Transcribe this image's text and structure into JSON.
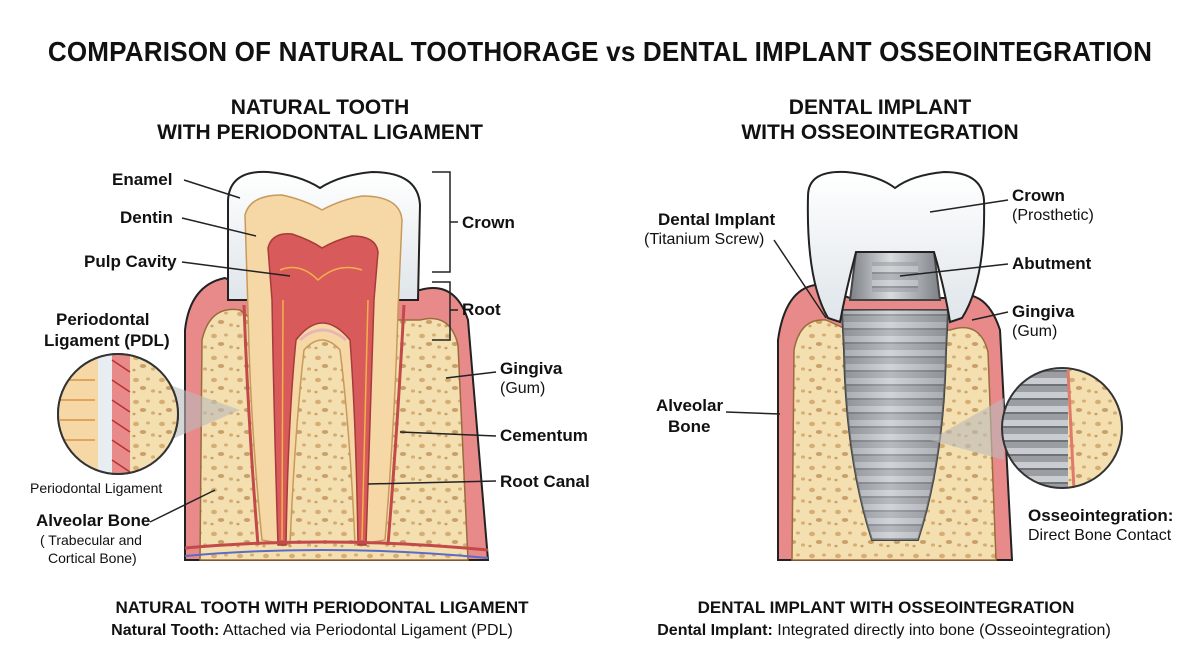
{
  "title": "COMPARISON OF NATURAL TOOTHORAGE vs DENTAL IMPLANT OSSEOINTEGRATION",
  "left": {
    "heading_line1": "NATURAL TOOTH",
    "heading_line2": "WITH PERIODONTAL LIGAMENT",
    "labels": {
      "enamel": "Enamel",
      "dentin": "Dentin",
      "pulp_cavity": "Pulp Cavity",
      "pdl_line1": "Periodontal",
      "pdl_line2": "Ligament (PDL)",
      "crown": "Crown",
      "root": "Root",
      "gingiva": "Gingiva",
      "gingiva_sub": "(Gum)",
      "cementum": "Cementum",
      "root_canal": "Root Canal",
      "inset_caption": "Periodontal Ligament",
      "alveolar_bone": "Alveolar Bone",
      "alveolar_sub1": "( Trabecular and",
      "alveolar_sub2": "Cortical Bone)"
    },
    "caption_title": "NATURAL TOOTH WITH PERIODONTAL LIGAMENT",
    "caption_bold": "Natural Tooth:",
    "caption_text": " Attached via Periodontal Ligament (PDL)"
  },
  "right": {
    "heading_line1": "DENTAL IMPLANT",
    "heading_line2": "WITH OSSEOINTEGRATION",
    "labels": {
      "implant": "Dental Implant",
      "implant_sub": "(Titanium Screw)",
      "crown": "Crown",
      "crown_sub": "(Prosthetic)",
      "abutment": "Abutment",
      "gingiva": "Gingiva",
      "gingiva_sub": "(Gum)",
      "alveolar_line1": "Alveolar",
      "alveolar_line2": "Bone",
      "osseo": "Osseointegration:",
      "osseo_sub": "Direct Bone Contact"
    },
    "caption_title": "DENTAL IMPLANT WITH OSSEOINTEGRATION",
    "caption_bold": "Dental Implant:",
    "caption_text": " Integrated directly into bone (Osseointegration)"
  },
  "colors": {
    "gum": "#e88a8a",
    "bone": "#f3dfb0",
    "dentin": "#f6d7a6",
    "pulp": "#d95a5a",
    "enamel": "#f2f5f8",
    "titanium": "#a7abb0",
    "line": "#222222"
  }
}
